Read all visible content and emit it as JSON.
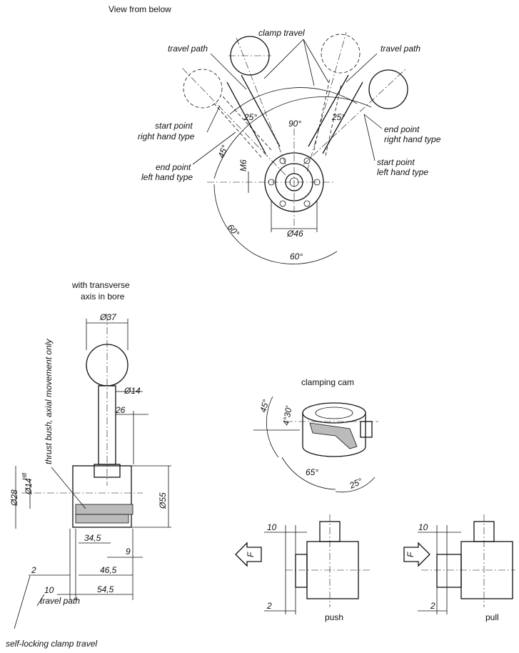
{
  "titles": {
    "view_from_below": "View from below",
    "transverse_line1": "with transverse",
    "transverse_line2": "axis in bore",
    "clamping_cam": "clamping cam"
  },
  "top_view": {
    "clamp_travel": "clamp travel",
    "travel_path_left": "travel path",
    "travel_path_right": "travel path",
    "start_right_l1": "start point",
    "start_right_l2": "right hand type",
    "end_left_l1": "end point",
    "end_left_l2": "left hand type",
    "end_right_l1": "end point",
    "end_right_l2": "right hand type",
    "start_left_l1": "start point",
    "start_left_l2": "left hand type",
    "angle_25_left": "25°",
    "angle_25_right": "25°",
    "angle_90": "90°",
    "angle_45": "45°",
    "thread_m6": "M6",
    "dia_46": "Ø46",
    "angle_60_left": "60°",
    "angle_60_bottom": "60°"
  },
  "side_view": {
    "dia_37": "Ø37",
    "dia_14": "Ø14",
    "dim_26": "26",
    "thrust_bush": "thrust bush, axial movement only",
    "dia_28": "Ø28",
    "dia_14_h8": "Ø14",
    "h8": "H8",
    "dia_55": "Ø55",
    "dim_34_5": "34,5",
    "dim_9": "9",
    "dim_46_5": "46,5",
    "dim_54_5": "54,5",
    "dim_2": "2",
    "dim_10": "10",
    "travel_path": "travel path",
    "self_locking": "self-locking clamp travel"
  },
  "cam": {
    "angle_45": "45°",
    "angle_4_30": "4°30'",
    "angle_65": "65°",
    "angle_25": "25°"
  },
  "push_pull": {
    "push_10": "10",
    "push_2": "2",
    "push_f": "F",
    "push_label": "push",
    "pull_10": "10",
    "pull_2": "2",
    "pull_f": "F",
    "pull_label": "pull"
  }
}
